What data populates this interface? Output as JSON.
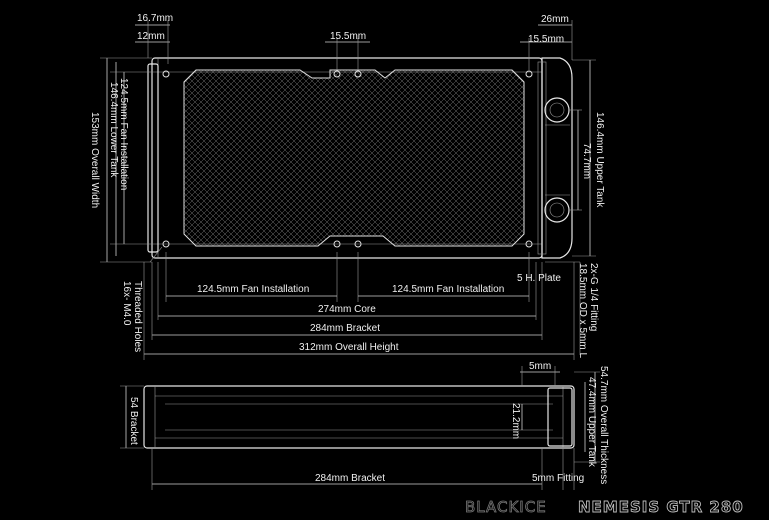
{
  "top_dims": {
    "d1": "16.7mm",
    "d2": "12mm",
    "d3": "15.5mm",
    "d4": "26mm",
    "d5": "15.5mm"
  },
  "left_dims": {
    "fan_install": "124.5mm Fan Installation",
    "lower_tank": "146.4mm Lower Tank",
    "overall_width": "153mm Overall Width"
  },
  "right_dims": {
    "upper_tank": "146.4mm Upper Tank",
    "fitting_spacing": "74.7mm",
    "fitting_count": "2x-G 1/4 Fitting",
    "fitting_size": "18.5mm OD x 5mm L"
  },
  "holes_label": "16x- M4.0 Threaded Holes",
  "h_plate": "5 H. Plate",
  "bottom_dims": {
    "fan_left": "124.5mm Fan Installation",
    "fan_right": "124.5mm Fan Installation",
    "core": "274mm Core",
    "bracket": "284mm Bracket",
    "overall_height": "312mm Overall Height"
  },
  "side_view": {
    "bracket_side": "54 Bracket",
    "inner": "21.2mm",
    "top_5mm": "5mm",
    "overall_thickness": "54.7mm Overall Thickness",
    "upper_tank": "47.4mm Upper Tank",
    "bracket": "284mm Bracket",
    "fitting": "5mm Fitting"
  },
  "brand": {
    "left": "BLACKICE",
    "right": "NEMESIS GTR 280"
  }
}
